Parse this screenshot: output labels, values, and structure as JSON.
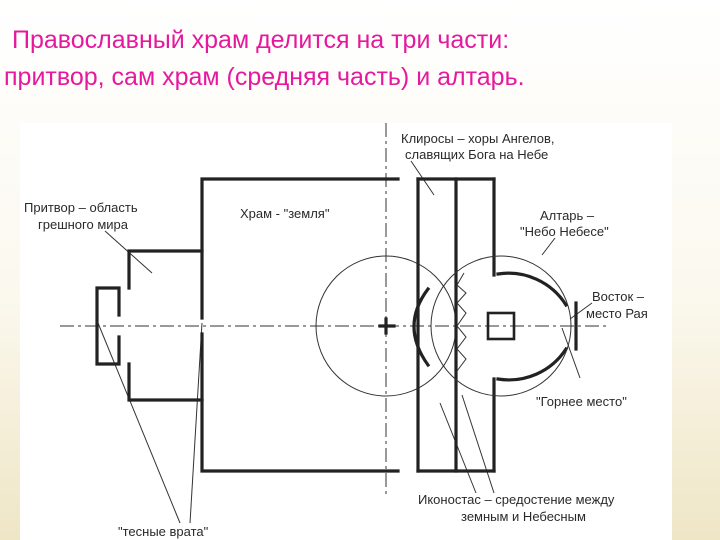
{
  "slide": {
    "title_line1": "Православный храм делится на три части:",
    "title_line2": "притвор, сам храм (средняя часть) и алтарь.",
    "title_color": "#e6199e"
  },
  "diagram": {
    "labels": {
      "kliros_line1": "Клиросы – хоры Ангелов,",
      "kliros_line2": "славящих Бога на Небе",
      "pritvor_line1": "Притвор – область",
      "pritvor_line2": "грешного мира",
      "hram": "Храм - \"земля\"",
      "altar_line1": "Алтарь –",
      "altar_line2": "\"Небо Небесе\"",
      "vostok_line1": "Восток –",
      "vostok_line2": "место Рая",
      "gornee": "\"Горнее место\"",
      "ikonostas_line1": "Иконостас – средостение между",
      "ikonostas_line2": "земным и Небесным",
      "vrata": "\"тесные врата\""
    }
  }
}
